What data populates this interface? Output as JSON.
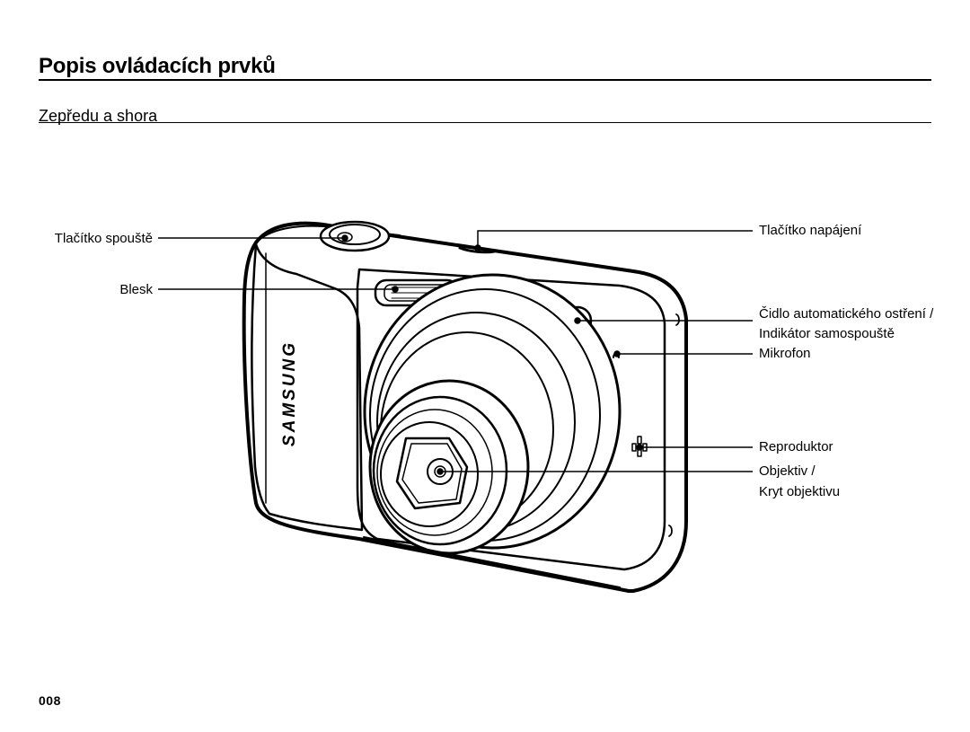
{
  "page": {
    "title": "Popis ovládacích prvků",
    "section_title": "Zepředu a shora",
    "page_number": "008"
  },
  "camera": {
    "brand": "SAMSUNG"
  },
  "callouts": {
    "shutter_button": "Tlačítko spouště",
    "flash": "Blesk",
    "power_button": "Tlačítko napájení",
    "af_sensor_line1": "Čidlo automatického ostření /",
    "af_sensor_line2": "Indikátor samospouště",
    "microphone": "Mikrofon",
    "speaker": "Reproduktor",
    "lens_line1": "Objektiv /",
    "lens_line2": "Kryt objektivu"
  }
}
